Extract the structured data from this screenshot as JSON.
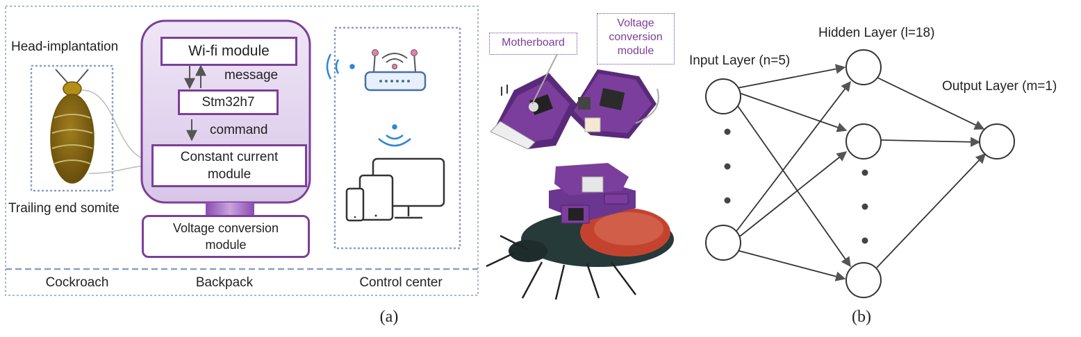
{
  "panel_a": {
    "head_implantation": "Head-implantation",
    "trailing_end": "Trailing end somite",
    "wifi_module": "Wi-fi module",
    "message": "message",
    "stm": "Stm32h7",
    "command": "command",
    "constant_current": "Constant current module",
    "voltage_conversion": "Voltage conversion module",
    "cockroach": "Cockroach",
    "backpack": "Backpack",
    "control_center": "Control center",
    "photo_motherboard": "Motherboard",
    "photo_voltage": "Voltage conversion module",
    "caption": "(a)"
  },
  "panel_b": {
    "input_layer": "Input Layer (n=5)",
    "hidden_layer": "Hidden Layer (l=18)",
    "output_layer": "Output Layer (m=1)",
    "caption": "(b)"
  },
  "colors": {
    "purple": "#7b3f99",
    "dash_blue": "#8aa0bf",
    "wifi_blue": "#2c86d8",
    "roach_brown": "#8a6a12"
  }
}
